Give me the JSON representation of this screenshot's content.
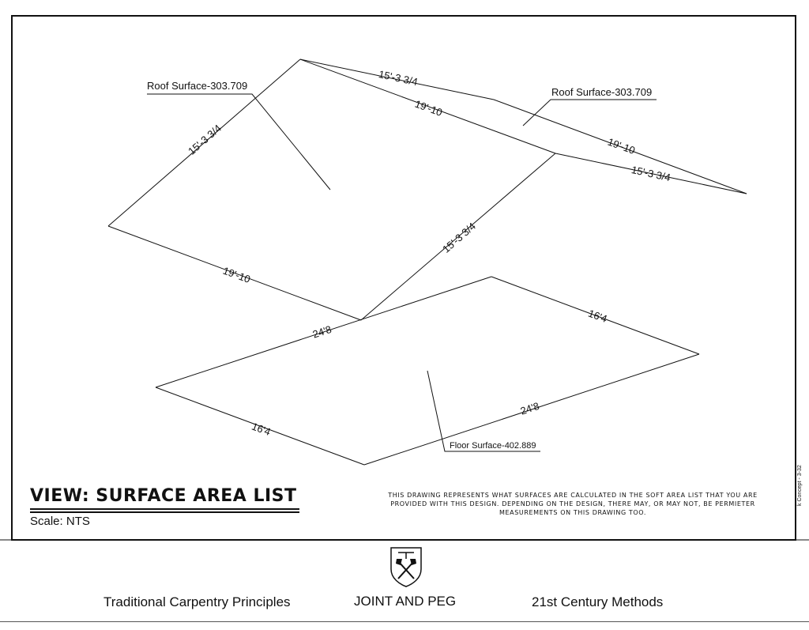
{
  "drawing": {
    "roof_surface_left_label": "Roof Surface-303.709",
    "roof_surface_right_label": "Roof Surface-303.709",
    "floor_surface_label": "Floor Surface-402.889",
    "dims": {
      "left_rake": "15'-3 3/4",
      "top_short": "15'-3 3/4",
      "ridge_diag": "19'-10",
      "right_eave": "19'-10",
      "right_short": "15'-3 3/4",
      "center_rake": "15'-3 3/4",
      "left_eave": "19'-10",
      "floor_left_top": "24'8",
      "floor_right_top": "16'4",
      "floor_left_bottom": "16'4",
      "floor_right_bottom": "24'8"
    }
  },
  "title_block": {
    "view_title": "VIEW: SURFACE AREA LIST",
    "scale": "Scale: NTS",
    "note_line1": "THIS DRAWING REPRESENTS WHAT SURFACES ARE CALCULATED IN THE SOFT AREA LIST THAT YOU ARE",
    "note_line2": "PROVIDED WITH THIS DESIGN. DEPENDING ON THE DESIGN, THERE MAY, OR MAY NOT, BE PERMIETER",
    "note_line3": "MEASUREMENTS ON THIS DRAWING TOO.",
    "sheet_ref": "k Concept - 3-32"
  },
  "footer": {
    "left_tagline": "Traditional Carpentry Principles",
    "brand": "JOINT AND PEG",
    "right_tagline": "21st Century Methods",
    "logo_icon": "crossed-axe-shield-icon"
  }
}
